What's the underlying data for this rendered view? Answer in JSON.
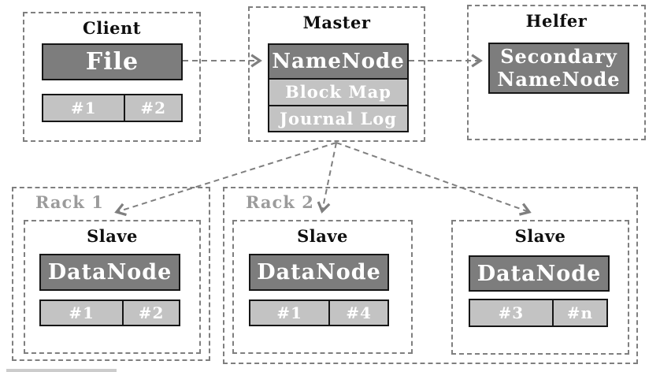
{
  "colors": {
    "background": "#ffffff",
    "dark_node_fill": "#7d7d7d",
    "light_cell_fill": "#c3c3c3",
    "node_border": "#161616",
    "dashed_border": "#7f7f7f",
    "group_title_text": "#0f0f0f",
    "rack_label_text": "#9b9b9b",
    "node_text": "#ffffff"
  },
  "client": {
    "title": "Client",
    "node": "File",
    "blocks": [
      "#1",
      "#2"
    ]
  },
  "master": {
    "title": "Master",
    "node": "NameNode",
    "subrows": [
      "Block Map",
      "Journal Log"
    ]
  },
  "helper": {
    "title": "Helfer",
    "node_lines": [
      "Secondary",
      "NameNode"
    ]
  },
  "racks": [
    {
      "label": "Rack 1",
      "slaves": [
        {
          "title": "Slave",
          "node": "DataNode",
          "blocks": [
            "#1",
            "#2"
          ]
        }
      ]
    },
    {
      "label": "Rack 2",
      "slaves": [
        {
          "title": "Slave",
          "node": "DataNode",
          "blocks": [
            "#1",
            "#4"
          ]
        },
        {
          "title": "Slave",
          "node": "DataNode",
          "blocks": [
            "#3",
            "#n"
          ]
        }
      ]
    }
  ]
}
